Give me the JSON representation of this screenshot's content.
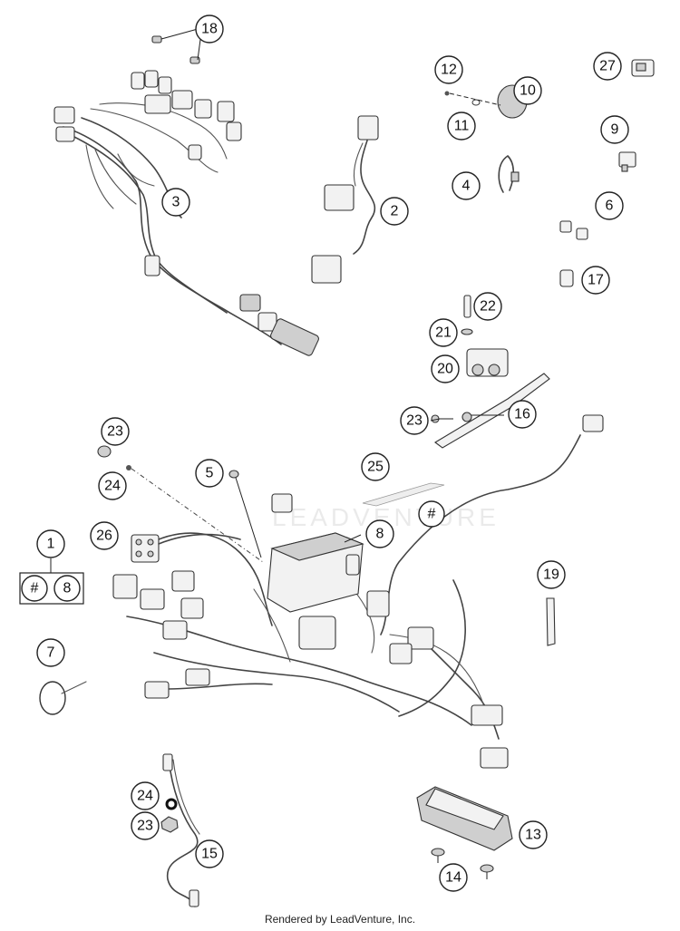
{
  "callouts": {
    "c1": "1",
    "c2": "2",
    "c3": "3",
    "c4": "4",
    "c5": "5",
    "c6": "6",
    "c7": "7",
    "c8a": "8",
    "c8b": "8",
    "c9": "9",
    "c10": "10",
    "c11": "11",
    "c12": "12",
    "c13": "13",
    "c14": "14",
    "c15": "15",
    "c16": "16",
    "c17": "17",
    "c18": "18",
    "c19": "19",
    "c20": "20",
    "c21": "21",
    "c22": "22",
    "c23a": "23",
    "c23b": "23",
    "c23c": "23",
    "c24a": "24",
    "c24b": "24",
    "c25": "25",
    "c26": "26",
    "c27": "27",
    "hashA": "#",
    "hashB": "#"
  },
  "watermark": "LEADVENTURE",
  "footer": "Rendered by LeadVenture, Inc."
}
